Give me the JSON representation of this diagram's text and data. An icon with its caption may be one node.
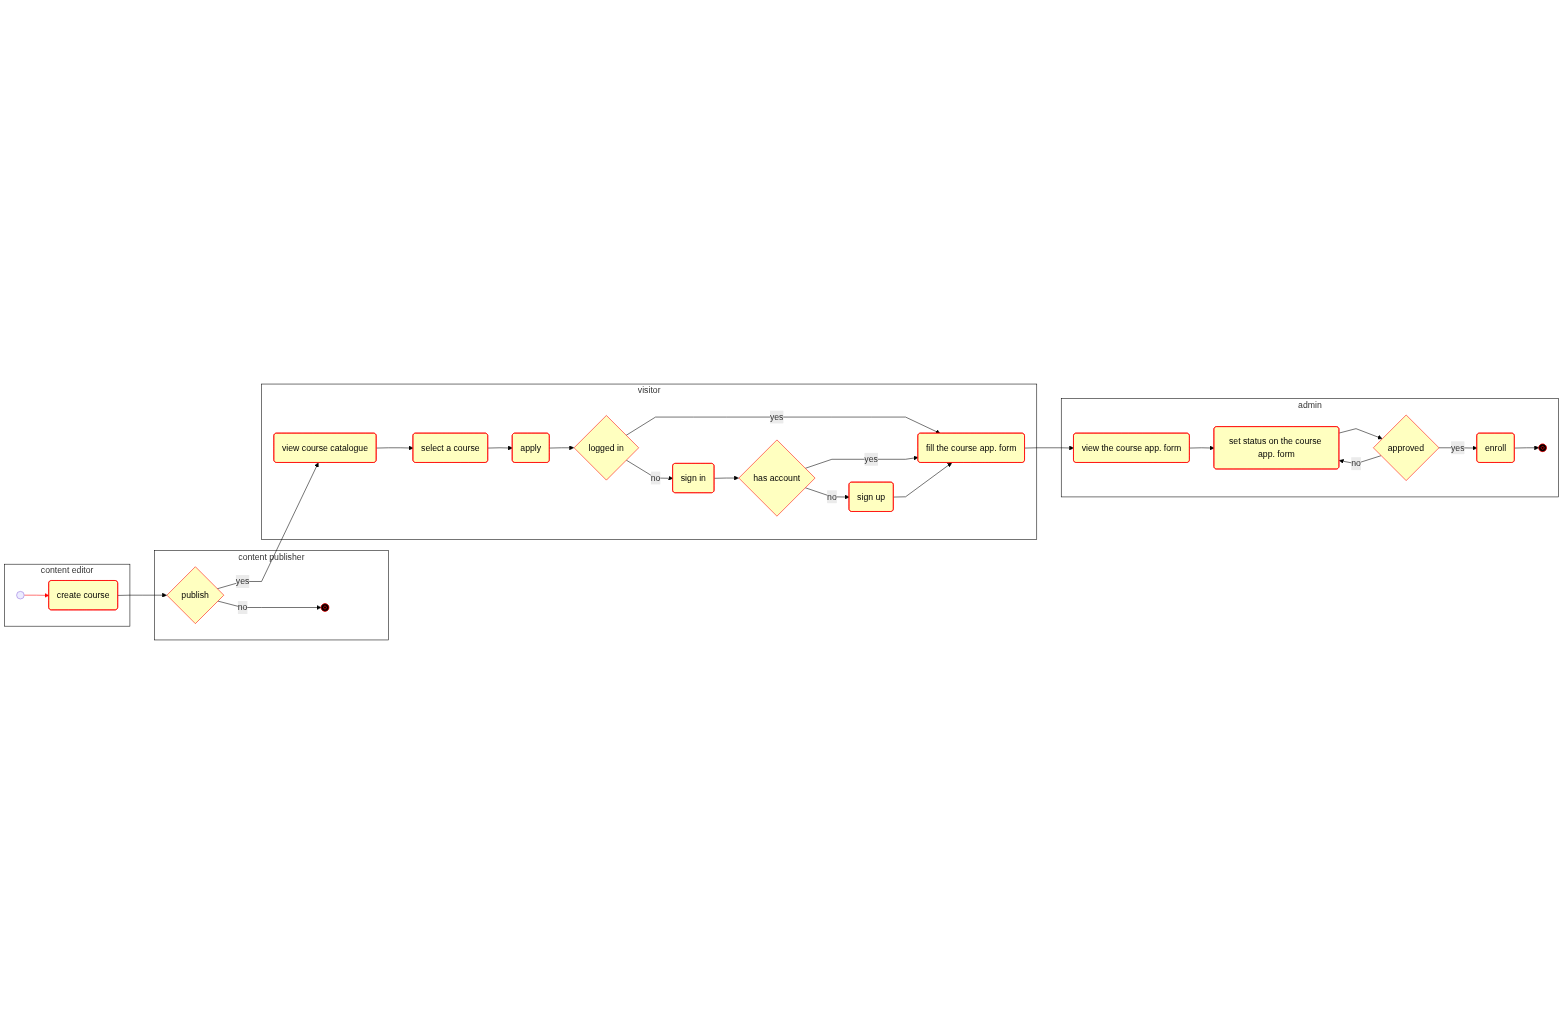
{
  "diagram": {
    "nodes": [
      {
        "text": [
          "content editor"
        ]
      },
      {
        "text": [
          "content publisher"
        ]
      },
      {
        "text": [
          "visitor"
        ]
      },
      {
        "text": [
          "admin"
        ]
      },
      {
        "text": [],
        "shape": "circle",
        "in": 0
      },
      {
        "text": [
          "create course"
        ],
        "in": 0
      },
      {
        "text": [
          "publish"
        ],
        "in": 1
      },
      {
        "text": [],
        "shape": "circle",
        "in": 1
      },
      {
        "text": [
          "view course catalogue"
        ],
        "in": 2
      },
      {
        "text": [
          "select a course"
        ],
        "in": 2
      },
      {
        "text": [
          "apply"
        ],
        "in": 2
      },
      {
        "text": [
          "logged in"
        ],
        "in": 2
      },
      {
        "text": [
          "fill the course app. form"
        ],
        "in": 2
      },
      {
        "text": [
          "sign in"
        ],
        "in": 2
      },
      {
        "text": [
          "has account"
        ],
        "in": 2
      },
      {
        "text": [
          "sign up"
        ],
        "in": 2
      },
      {
        "text": [
          "view the course app. form"
        ],
        "in": 3
      },
      {
        "text": [
          "set status on the course app. form"
        ],
        "in": 3
      },
      {
        "text": [
          "approved"
        ],
        "in": 3
      },
      {
        "text": [
          "enroll"
        ],
        "in": 3
      },
      {
        "text": [],
        "shape": "circle",
        "in": 3
      }
    ],
    "edges": [
      {
        "from": 4,
        "to": 5,
        "arrow": "to",
        "color": "#ff0000"
      },
      {
        "from": 5,
        "to": 6,
        "arrow": "to"
      },
      {
        "from": 6,
        "to": 8,
        "arrow": "to",
        "label": "yes"
      },
      {
        "from": 6,
        "to": 7,
        "arrow": "to",
        "label": "no"
      },
      {
        "from": 8,
        "to": 9,
        "arrow": "to"
      },
      {
        "from": 9,
        "to": 10,
        "arrow": "to"
      },
      {
        "from": 10,
        "to": 11,
        "arrow": "to"
      },
      {
        "from": 11,
        "to": 12,
        "arrow": "to",
        "label": "yes"
      },
      {
        "from": 11,
        "to": 13,
        "arrow": "to",
        "label": "no"
      },
      {
        "from": 13,
        "to": 14,
        "arrow": "to"
      },
      {
        "from": 14,
        "to": 12,
        "arrow": "to",
        "label": "yes"
      },
      {
        "from": 14,
        "to": 15,
        "arrow": "to",
        "label": "no"
      },
      {
        "from": 15,
        "to": 12,
        "arrow": "to"
      },
      {
        "from": 12,
        "to": 16,
        "arrow": "to"
      },
      {
        "from": 16,
        "to": 17,
        "arrow": "to"
      },
      {
        "from": 17,
        "to": 18,
        "arrow": "to"
      },
      {
        "from": 18,
        "to": 17,
        "arrow": "to",
        "label": "no"
      },
      {
        "from": 18,
        "to": 19,
        "arrow": "to",
        "label": "yes"
      },
      {
        "from": 19,
        "to": 20,
        "arrow": "to"
      }
    ]
  }
}
